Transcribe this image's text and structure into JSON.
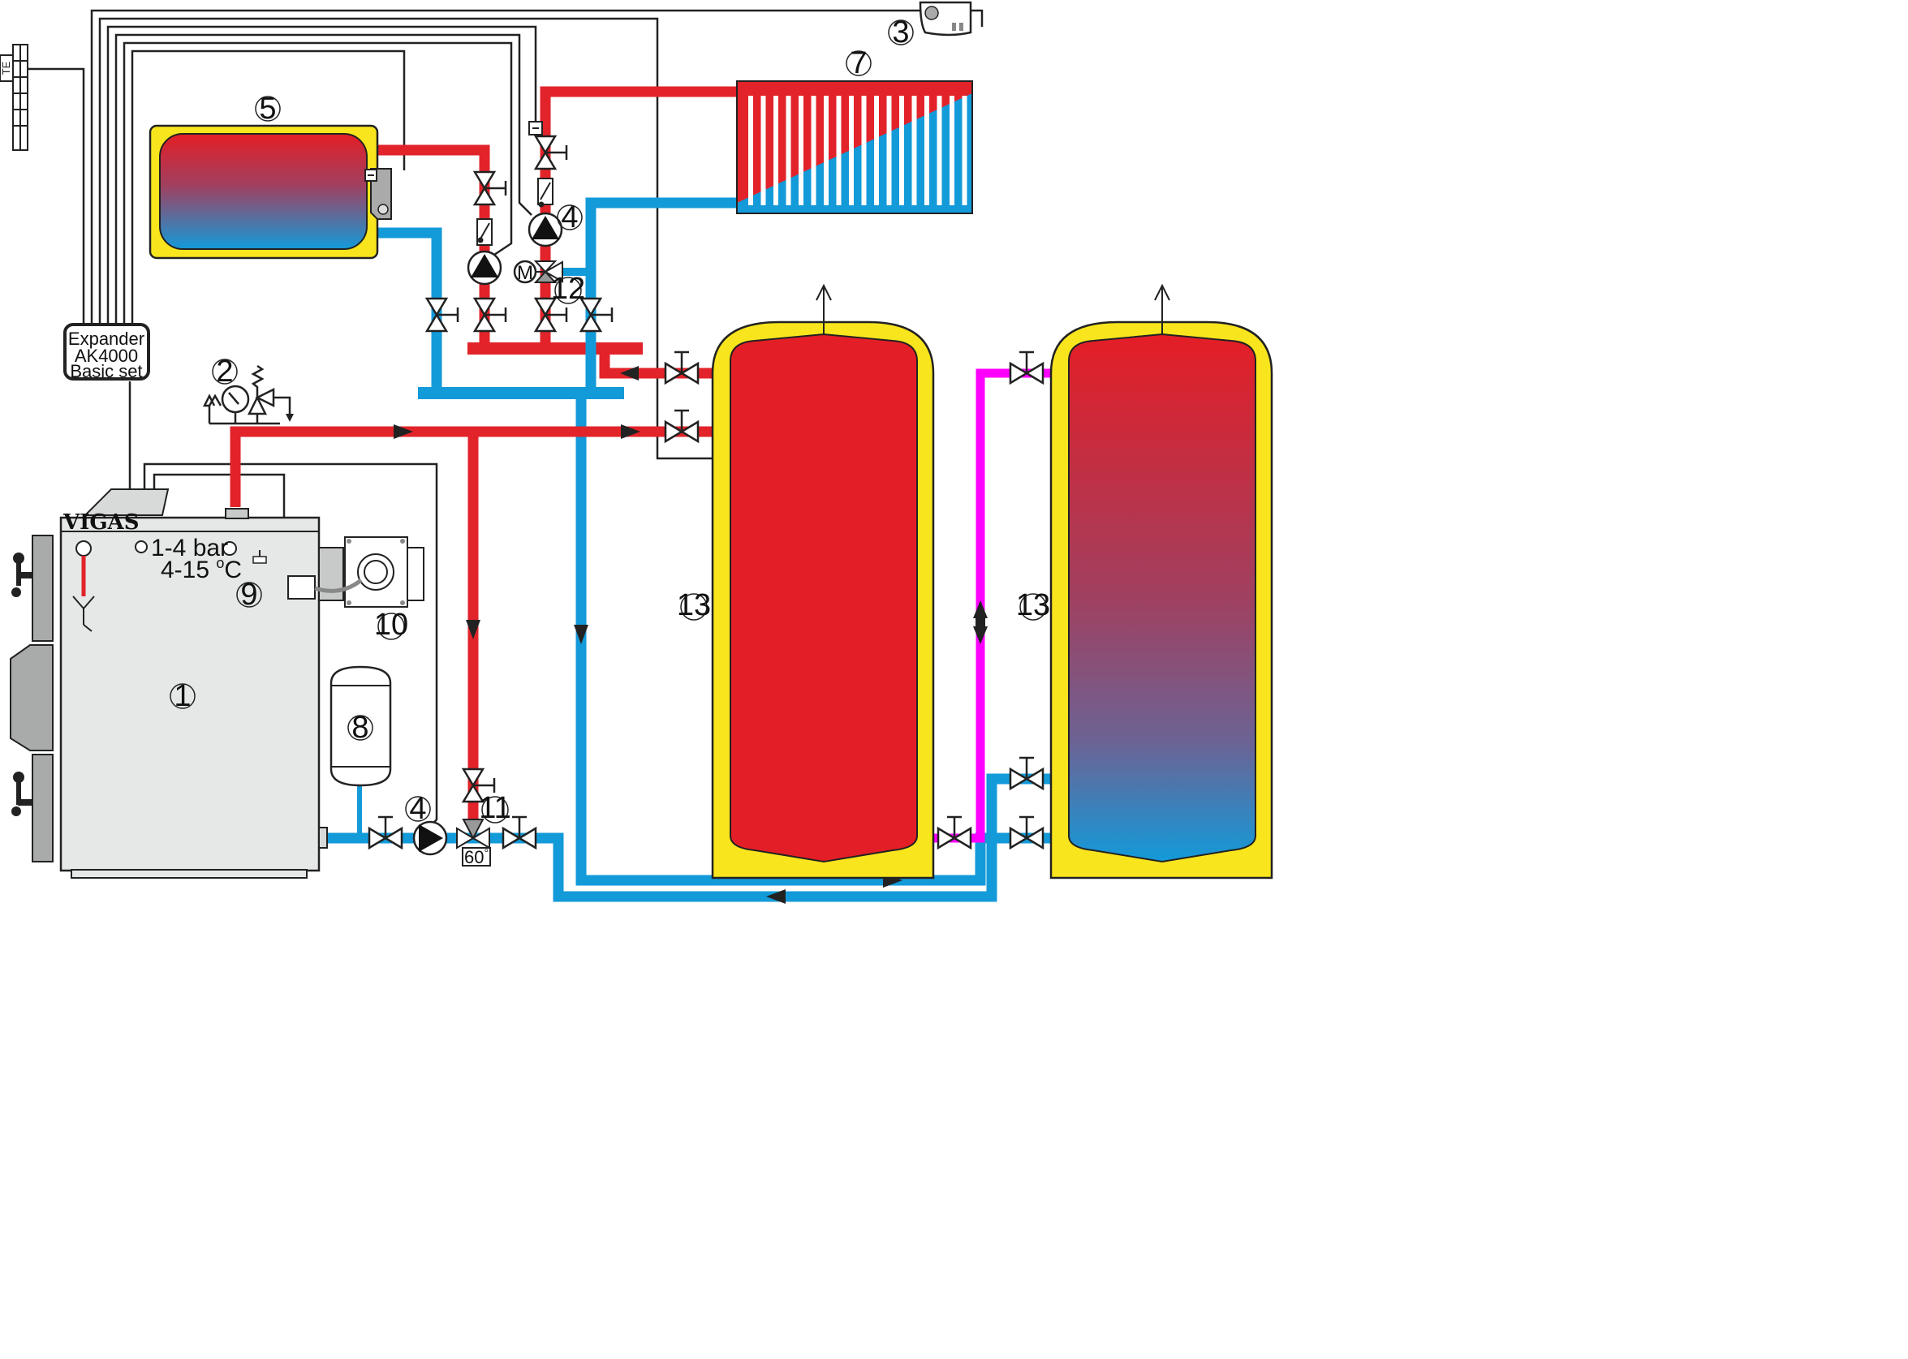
{
  "components": {
    "boiler": {
      "number": "1",
      "brand": "VIGAS"
    },
    "safety_group": {
      "number": "2"
    },
    "room_unit": {
      "number": "3"
    },
    "pump_boiler": {
      "number": "4"
    },
    "pump_heating": {
      "number": "4"
    },
    "dhw_tank": {
      "number": "5"
    },
    "radiator": {
      "number": "7"
    },
    "expansion_vessel": {
      "number": "8"
    },
    "thermal_valve": {
      "number": "9"
    },
    "burner": {
      "number": "10"
    },
    "mixing_valve_60": {
      "number": "11",
      "setting": "60",
      "unit": "°"
    },
    "mixing_valve_motor": {
      "number": "12",
      "motor_letter": "M"
    },
    "storage_tank_left": {
      "number": "13"
    },
    "storage_tank_right": {
      "number": "13"
    }
  },
  "expander": {
    "line1": "Expander",
    "line2": "AK4000",
    "line3": "Basic set"
  },
  "boiler_panel": {
    "pressure": "1-4 bar",
    "temp_prefix": "4-15 ",
    "temp_sup": "o",
    "temp_suffix": "C"
  },
  "outdoor_sensor": {
    "label": "TE"
  },
  "colors": {
    "hot": "#e2232a",
    "cold": "#139ad9",
    "transfer": "#ff00ff",
    "insulation": "#f9e51d",
    "boiler_body": "#e6e8e8"
  }
}
